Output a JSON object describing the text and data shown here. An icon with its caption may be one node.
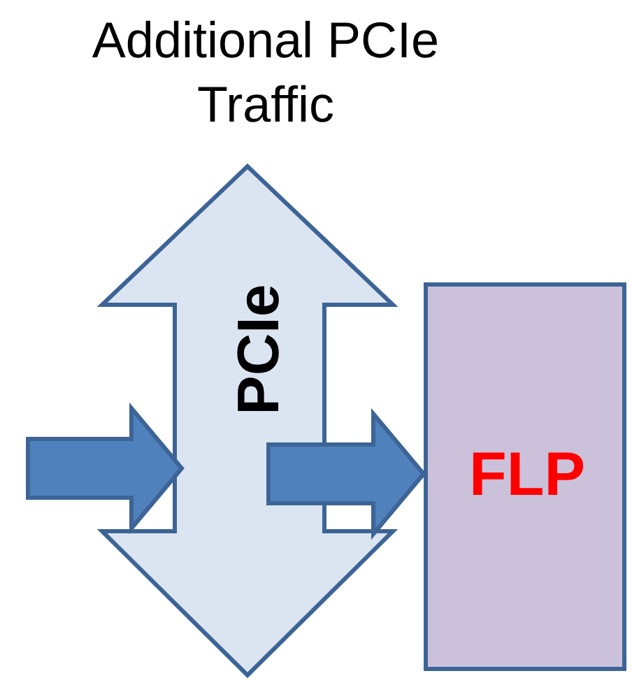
{
  "diagram": {
    "nodes": [
      {
        "text": [
          "PCIe"
        ]
      },
      {
        "text": [
          "FLP"
        ]
      }
    ],
    "edges": [
      {
        "from": null,
        "to": 0,
        "arrow": "to"
      },
      {
        "from": 0,
        "to": 1,
        "arrow": "to"
      }
    ],
    "labels": [
      "Additional PCIe Traffic"
    ]
  }
}
